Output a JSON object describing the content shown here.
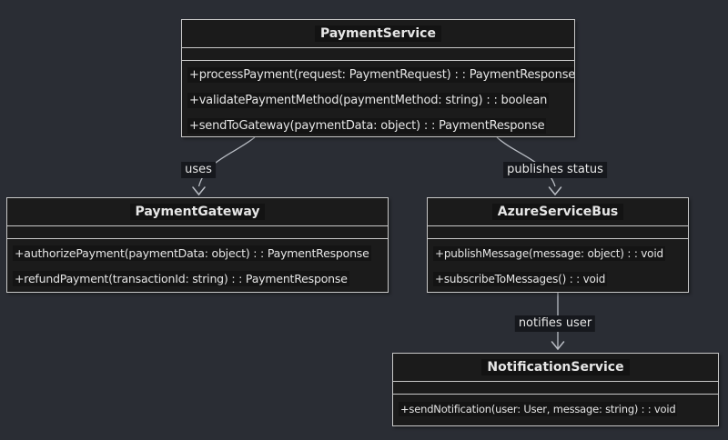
{
  "diagram_type": "uml-class-diagram",
  "colors": {
    "background": "#2a2d34",
    "node_fill": "#1b1b1b",
    "node_border": "#c9c9c9",
    "text": "#e6e6e6",
    "edge": "#b9bdc4",
    "label_background": "#16181d"
  },
  "classes": [
    {
      "name": "PaymentService",
      "attributes": [],
      "methods": [
        "+processPayment(request: PaymentRequest) : : PaymentResponse",
        "+validatePaymentMethod(paymentMethod: string) : : boolean",
        "+sendToGateway(paymentData: object) : : PaymentResponse"
      ]
    },
    {
      "name": "PaymentGateway",
      "attributes": [],
      "methods": [
        "+authorizePayment(paymentData: object) : : PaymentResponse",
        "+refundPayment(transactionId: string) : : PaymentResponse"
      ]
    },
    {
      "name": "AzureServiceBus",
      "attributes": [],
      "methods": [
        "+publishMessage(message: object) : : void",
        "+subscribeToMessages() : : void"
      ]
    },
    {
      "name": "NotificationService",
      "attributes": [],
      "methods": [
        "+sendNotification(user: User, message: string) : : void"
      ]
    }
  ],
  "edges": [
    {
      "from": "PaymentService",
      "to": "PaymentGateway",
      "label": "uses"
    },
    {
      "from": "PaymentService",
      "to": "AzureServiceBus",
      "label": "publishes status"
    },
    {
      "from": "AzureServiceBus",
      "to": "NotificationService",
      "label": "notifies user"
    }
  ]
}
